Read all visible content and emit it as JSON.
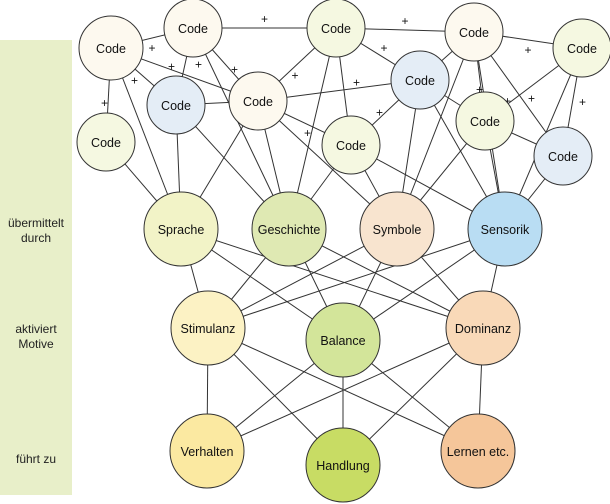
{
  "sidebar": {
    "labels": [
      {
        "lines": [
          "übermittelt",
          "durch"
        ]
      },
      {
        "lines": [
          "aktiviert",
          "Motive"
        ]
      },
      {
        "lines": [
          "führt zu"
        ]
      }
    ]
  },
  "colors": {
    "sidebar_bg": "#e8efc9",
    "code_light": "#fdf9ef",
    "code_blue": "#e4edf6",
    "code_green": "#f5f8e1",
    "sprache": "#f2f3c7",
    "geschichte": "#dfe9b3",
    "symbole": "#f8e4cf",
    "sensorik": "#b9ddf3",
    "stimulanz": "#fcf2c4",
    "balance": "#d3e59a",
    "dominanz": "#f9d9b8",
    "verhalten": "#fbe9a1",
    "handlung": "#c8dc64",
    "lernen": "#f5c69a",
    "edge": "#333333"
  },
  "nodes": [
    {
      "id": "c1",
      "label": "Code",
      "color": "code_light"
    },
    {
      "id": "c2",
      "label": "Code",
      "color": "code_light"
    },
    {
      "id": "c3",
      "label": "Code",
      "color": "code_green"
    },
    {
      "id": "c4",
      "label": "Code",
      "color": "code_light"
    },
    {
      "id": "c5",
      "label": "Code",
      "color": "code_green"
    },
    {
      "id": "c6",
      "label": "Code",
      "color": "code_blue"
    },
    {
      "id": "c7",
      "label": "Code",
      "color": "code_light"
    },
    {
      "id": "c8",
      "label": "Code",
      "color": "code_blue"
    },
    {
      "id": "c9",
      "label": "Code",
      "color": "code_green"
    },
    {
      "id": "c10",
      "label": "Code",
      "color": "code_green"
    },
    {
      "id": "c11",
      "label": "Code",
      "color": "code_green"
    },
    {
      "id": "c12",
      "label": "Code",
      "color": "code_blue"
    },
    {
      "id": "sprache",
      "label": "Sprache",
      "color": "sprache"
    },
    {
      "id": "geschichte",
      "label": "Geschichte",
      "color": "geschichte"
    },
    {
      "id": "symbole",
      "label": "Symbole",
      "color": "symbole"
    },
    {
      "id": "sensorik",
      "label": "Sensorik",
      "color": "sensorik"
    },
    {
      "id": "stimulanz",
      "label": "Stimulanz",
      "color": "stimulanz"
    },
    {
      "id": "balance",
      "label": "Balance",
      "color": "balance"
    },
    {
      "id": "dominanz",
      "label": "Dominanz",
      "color": "dominanz"
    },
    {
      "id": "verhalten",
      "label": "Verhalten",
      "color": "verhalten"
    },
    {
      "id": "handlung",
      "label": "Handlung",
      "color": "handlung"
    },
    {
      "id": "lernen",
      "label": "Lernen etc.",
      "color": "lernen"
    }
  ],
  "edges": [
    {
      "from": "c1",
      "to": "c2",
      "label": "+"
    },
    {
      "from": "c2",
      "to": "c3",
      "label": "+"
    },
    {
      "from": "c3",
      "to": "c4",
      "label": "+"
    },
    {
      "from": "c4",
      "to": "c5",
      "label": "+"
    },
    {
      "from": "c1",
      "to": "c7",
      "label": "+"
    },
    {
      "from": "c1",
      "to": "c6",
      "label": "+"
    },
    {
      "from": "c1",
      "to": "c11",
      "label": "+"
    },
    {
      "from": "c2",
      "to": "c6",
      "label": "+"
    },
    {
      "from": "c2",
      "to": "c7",
      "label": "+"
    },
    {
      "from": "c3",
      "to": "c7",
      "label": "+"
    },
    {
      "from": "c3",
      "to": "c8",
      "label": "+"
    },
    {
      "from": "c3",
      "to": "c9",
      "label": "+"
    },
    {
      "from": "c4",
      "to": "c8",
      "label": "+"
    },
    {
      "from": "c4",
      "to": "c10",
      "label": "+"
    },
    {
      "from": "c4",
      "to": "c12",
      "label": "+"
    },
    {
      "from": "c5",
      "to": "c10",
      "label": "+"
    },
    {
      "from": "c5",
      "to": "c12",
      "label": "+"
    },
    {
      "from": "c7",
      "to": "c9",
      "label": "+"
    },
    {
      "from": "c8",
      "to": "c9",
      "label": "+"
    },
    {
      "from": "c6",
      "to": "c7",
      "label": ""
    },
    {
      "from": "c7",
      "to": "c8",
      "label": ""
    },
    {
      "from": "c8",
      "to": "c10",
      "label": ""
    },
    {
      "from": "c10",
      "to": "c12",
      "label": ""
    },
    {
      "from": "c1",
      "to": "sprache",
      "label": ""
    },
    {
      "from": "c11",
      "to": "sprache",
      "label": ""
    },
    {
      "from": "c6",
      "to": "sprache",
      "label": ""
    },
    {
      "from": "c7",
      "to": "sprache",
      "label": ""
    },
    {
      "from": "c2",
      "to": "geschichte",
      "label": ""
    },
    {
      "from": "c6",
      "to": "geschichte",
      "label": ""
    },
    {
      "from": "c7",
      "to": "geschichte",
      "label": ""
    },
    {
      "from": "c9",
      "to": "geschichte",
      "label": ""
    },
    {
      "from": "c3",
      "to": "geschichte",
      "label": ""
    },
    {
      "from": "c7",
      "to": "symbole",
      "label": ""
    },
    {
      "from": "c9",
      "to": "symbole",
      "label": ""
    },
    {
      "from": "c8",
      "to": "symbole",
      "label": ""
    },
    {
      "from": "c4",
      "to": "symbole",
      "label": ""
    },
    {
      "from": "c10",
      "to": "symbole",
      "label": ""
    },
    {
      "from": "c8",
      "to": "sensorik",
      "label": ""
    },
    {
      "from": "c10",
      "to": "sensorik",
      "label": ""
    },
    {
      "from": "c12",
      "to": "sensorik",
      "label": ""
    },
    {
      "from": "c5",
      "to": "sensorik",
      "label": ""
    },
    {
      "from": "c4",
      "to": "sensorik",
      "label": ""
    },
    {
      "from": "c9",
      "to": "sensorik",
      "label": ""
    },
    {
      "from": "sprache",
      "to": "stimulanz",
      "label": ""
    },
    {
      "from": "sprache",
      "to": "balance",
      "label": ""
    },
    {
      "from": "sprache",
      "to": "dominanz",
      "label": ""
    },
    {
      "from": "geschichte",
      "to": "stimulanz",
      "label": ""
    },
    {
      "from": "geschichte",
      "to": "balance",
      "label": ""
    },
    {
      "from": "geschichte",
      "to": "dominanz",
      "label": ""
    },
    {
      "from": "symbole",
      "to": "stimulanz",
      "label": ""
    },
    {
      "from": "symbole",
      "to": "balance",
      "label": ""
    },
    {
      "from": "symbole",
      "to": "dominanz",
      "label": ""
    },
    {
      "from": "sensorik",
      "to": "stimulanz",
      "label": ""
    },
    {
      "from": "sensorik",
      "to": "balance",
      "label": ""
    },
    {
      "from": "sensorik",
      "to": "dominanz",
      "label": ""
    },
    {
      "from": "stimulanz",
      "to": "verhalten",
      "label": ""
    },
    {
      "from": "stimulanz",
      "to": "handlung",
      "label": ""
    },
    {
      "from": "stimulanz",
      "to": "lernen",
      "label": ""
    },
    {
      "from": "balance",
      "to": "verhalten",
      "label": ""
    },
    {
      "from": "balance",
      "to": "handlung",
      "label": ""
    },
    {
      "from": "balance",
      "to": "lernen",
      "label": ""
    },
    {
      "from": "dominanz",
      "to": "verhalten",
      "label": ""
    },
    {
      "from": "dominanz",
      "to": "handlung",
      "label": ""
    },
    {
      "from": "dominanz",
      "to": "lernen",
      "label": ""
    }
  ]
}
